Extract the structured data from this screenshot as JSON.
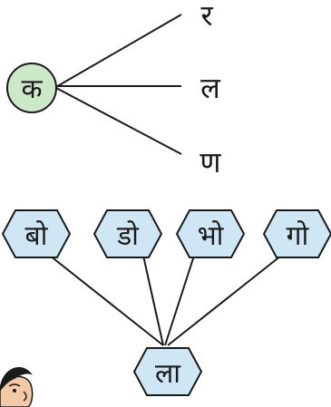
{
  "top_diagram": {
    "center": {
      "label": "क",
      "fill": "#cde8c9",
      "stroke": "#1a1a1a"
    },
    "leaves": [
      {
        "label": "र"
      },
      {
        "label": "ल"
      },
      {
        "label": "ण"
      }
    ]
  },
  "bottom_diagram": {
    "hex_fill": "#cfe6f5",
    "hex_stroke": "#1a1a1a",
    "top_nodes": [
      {
        "label": "बो"
      },
      {
        "label": "डो"
      },
      {
        "label": "भो"
      },
      {
        "label": "गो"
      }
    ],
    "bottom_node": {
      "label": "ला"
    }
  },
  "mascot": {
    "icon": "child-face-peeking-icon",
    "hair": "#1a1a1a",
    "skin": "#f3c9a6"
  }
}
